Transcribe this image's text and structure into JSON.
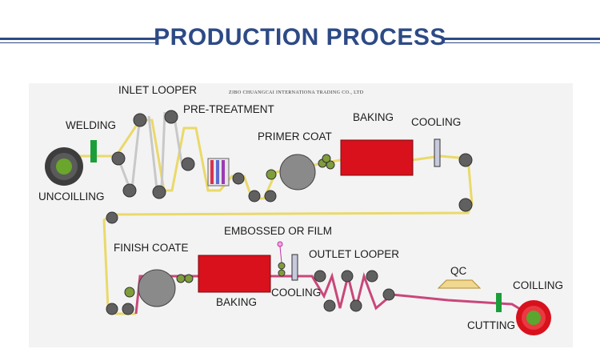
{
  "header": {
    "title": "PRODUCTION PROCESS"
  },
  "watermark": "ZIBO CHUANGCAI INTERNATIONA TRADING CO., LTD",
  "labels": {
    "welding": "WELDING",
    "inlet_looper": "INLET LOOPER",
    "pre_treatment": "PRE-TREATMENT",
    "primer_coat": "PRIMER COAT",
    "baking_top": "BAKING",
    "cooling_top": "COOLING",
    "uncoilling": "UNCOILLING",
    "embossed_or_film": "EMBOSSED OR FILM",
    "finish_coate": "FINISH COATE",
    "outlet_looper": "OUTLET LOOPER",
    "qc": "QC",
    "coilling": "COILLING",
    "baking_bottom": "BAKING",
    "cooling_bottom": "COOLING",
    "cutting": "CUTTING"
  },
  "colors": {
    "header_blue": "#2d4a86",
    "strip_top": "#ead96a",
    "strip_bottom": "#c9477a",
    "oven_red": "#d8111d",
    "welder_green": "#1b9e3a",
    "roller_gray": "#6f6f6f",
    "coil_green": "#5a8a2a",
    "coil_red": "#e81e28"
  }
}
